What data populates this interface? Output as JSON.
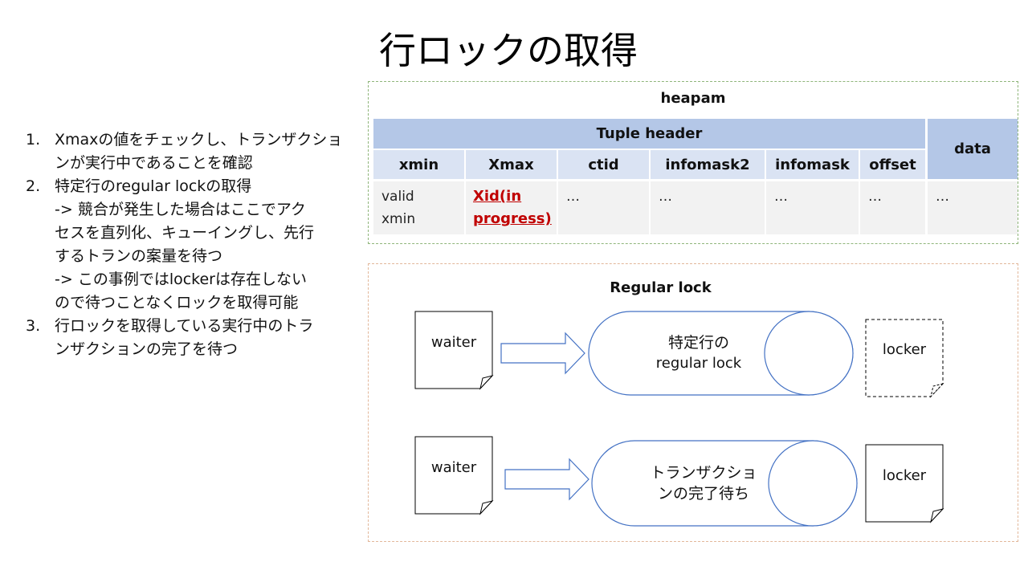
{
  "title": "行ロックの取得",
  "steps": [
    {
      "num": "1.",
      "lines": [
        "Xmaxの値をチェックし、トランザクショ",
        "ンが実行中であることを確認"
      ]
    },
    {
      "num": "2.",
      "lines": [
        "特定行のregular lockの取得",
        "-> 競合が発生した場合はここでアク",
        "セスを直列化、キューイングし、先行",
        "するトランの案量を待つ",
        "-> この事例ではlockerは存在しない",
        "ので待つことなくロックを取得可能"
      ]
    },
    {
      "num": "3.",
      "lines": [
        "行ロックを取得している実行中のトラ",
        "ンザクションの完了を待つ"
      ]
    }
  ],
  "heapam": {
    "title": "heapam",
    "tuple_header": "Tuple header",
    "data_header": "data",
    "columns": [
      "xmin",
      "Xmax",
      "ctid",
      "infomask2",
      "infomask",
      "offset"
    ],
    "row": {
      "xmin_lines": [
        "valid",
        "xmin"
      ],
      "xmax_lines": [
        "Xid(in",
        "progress)"
      ],
      "ctid": "…",
      "infomask2": "…",
      "infomask": "…",
      "offset": "…",
      "data": "…"
    }
  },
  "lock": {
    "title": "Regular lock",
    "row1": {
      "waiter": "waiter",
      "queue_lines": [
        "特定行の",
        "regular lock"
      ],
      "locker": "locker"
    },
    "row2": {
      "waiter": "waiter",
      "queue_lines": [
        "トランザクショ",
        "ンの完了待ち"
      ],
      "locker": "locker"
    }
  },
  "colors": {
    "header_dark": "#b4c7e7",
    "header_light": "#dae3f3",
    "row_bg": "#f2f2f2",
    "xmax_text": "#c00000",
    "shape_stroke": "#4472c4",
    "heap_frame": "#8fb57a",
    "lock_frame": "#e2b79a"
  }
}
